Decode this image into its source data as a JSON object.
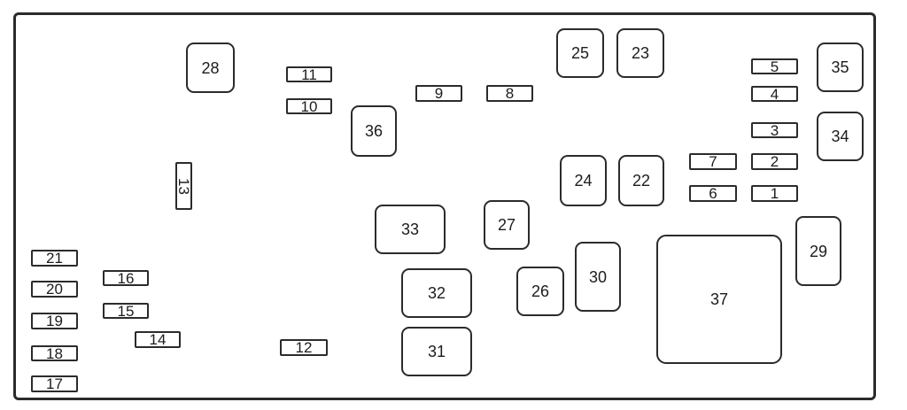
{
  "colors": {
    "line": "#2b2b2b",
    "background": "#ffffff",
    "text": "#1c1c1c"
  },
  "labels": {
    "b1": "1",
    "b2": "2",
    "b3": "3",
    "b4": "4",
    "b5": "5",
    "b6": "6",
    "b7": "7",
    "b8": "8",
    "b9": "9",
    "b10": "10",
    "b11": "11",
    "b12": "12",
    "b13": "13",
    "b14": "14",
    "b15": "15",
    "b16": "16",
    "b17": "17",
    "b18": "18",
    "b19": "19",
    "b20": "20",
    "b21": "21",
    "b22": "22",
    "b23": "23",
    "b24": "24",
    "b25": "25",
    "b26": "26",
    "b27": "27",
    "b28": "28",
    "b29": "29",
    "b30": "30",
    "b31": "31",
    "b32": "32",
    "b33": "33",
    "b34": "34",
    "b35": "35",
    "b36": "36",
    "b37": "37"
  }
}
